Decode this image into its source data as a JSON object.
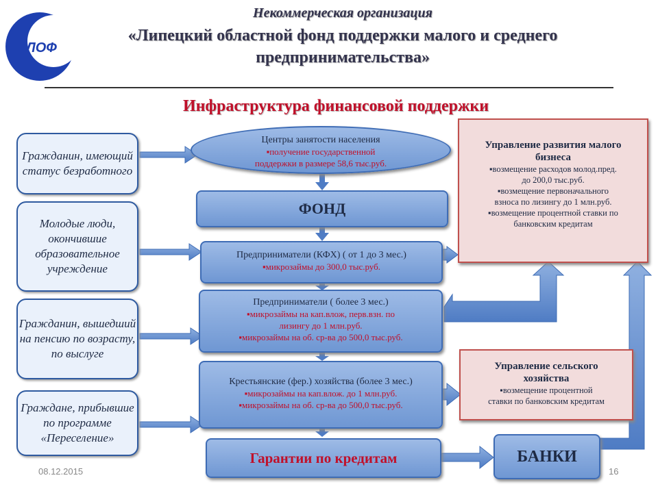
{
  "header": {
    "line1": "Некоммерческая организация",
    "line2a": "«Липецкий областной фонд поддержки малого и среднего",
    "line2b": "предпринимательства»",
    "logo_text": "ЛОФ"
  },
  "subtitle": "Инфраструктура финансовой поддержки",
  "left_boxes": [
    {
      "text": "Гражданин, имеющий статус безработного"
    },
    {
      "text": "Молодые люди, окончившие образовательное учреждение"
    },
    {
      "text": "Гражданин, вышедший на пенсию по возрасту, по выслуге"
    },
    {
      "text": "Граждане, прибывшие по программе «Переселение»"
    }
  ],
  "center": {
    "employment": {
      "title": "Центры занятости населения",
      "line1": "▪получение государственной",
      "line2": "поддержки в размере 58,6 тыс.руб."
    },
    "fund": "ФОНД",
    "entrepreneurs_kfh": {
      "title": "Предприниматели (КФХ) ( от 1 до 3 мес.)",
      "line1": "▪микрозаймы до 300,0 тыс.руб."
    },
    "entrepreneurs_3": {
      "title": "Предприниматели ( более 3 мес.)",
      "line1": "▪микрозаймы на кап.влож, перв.взн. по",
      "line2": "лизингу до 1 млн.руб.",
      "line3": "▪микрозаймы на об. ср-ва до 500,0 тыс.руб."
    },
    "farms": {
      "title": "Крестьянские (фер.) хозяйства (более 3 мес.)",
      "line1": "▪микрозаймы на кап.влож. до 1 млн.руб.",
      "line2": "▪микрозаймы на об. ср-ва до 500,0 тыс.руб."
    },
    "guarantees": "Гарантии по кредитам",
    "banks": "БАНКИ"
  },
  "right": {
    "small_business": {
      "title1": "Управление развития малого",
      "title2": "бизнеса",
      "items": [
        "▪возмещение расходов молод.пред.",
        "до 200,0 тыс.руб.",
        "▪возмещение первоначального",
        "взноса по лизингу до 1 млн.руб.",
        "▪возмещение процентной ставки по",
        "банковским кредитам"
      ]
    },
    "agriculture": {
      "title1": "Управление сельского",
      "title2": "хозяйства",
      "items": [
        "▪возмещение процентной",
        "ставки по банковским кредитам"
      ]
    }
  },
  "footer": {
    "date": "08.12.2015",
    "page": "16"
  },
  "colors": {
    "accent_red": "#c0102a",
    "box_blue": "#6f97d3",
    "border_blue": "#2e5aa0",
    "pink": "#f2dcdc"
  }
}
